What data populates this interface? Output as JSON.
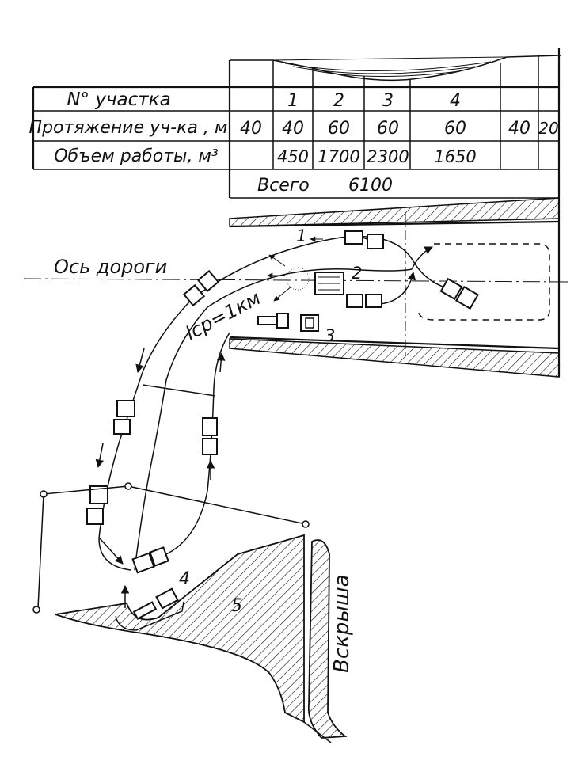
{
  "table": {
    "row_labels": {
      "section_number": "N° участка",
      "section_length": "Протяжение уч-ка , м",
      "work_volume": "Объем работы, м³"
    },
    "section_numbers": [
      "1",
      "2",
      "3",
      "4"
    ],
    "section_lengths": [
      "40",
      "40",
      "60",
      "60",
      "60",
      "40",
      "20"
    ],
    "work_volumes": [
      "450",
      "1700",
      "2300",
      "1650"
    ],
    "total_label": "Всего",
    "total_value": "6100"
  },
  "road_axis_label": "Ось дороги",
  "haul_distance_label": "lср=1км",
  "machine_markers": [
    "1",
    "2",
    "3"
  ],
  "pit_markers": [
    "4",
    "5"
  ],
  "overburden_label": "Вскрыша"
}
